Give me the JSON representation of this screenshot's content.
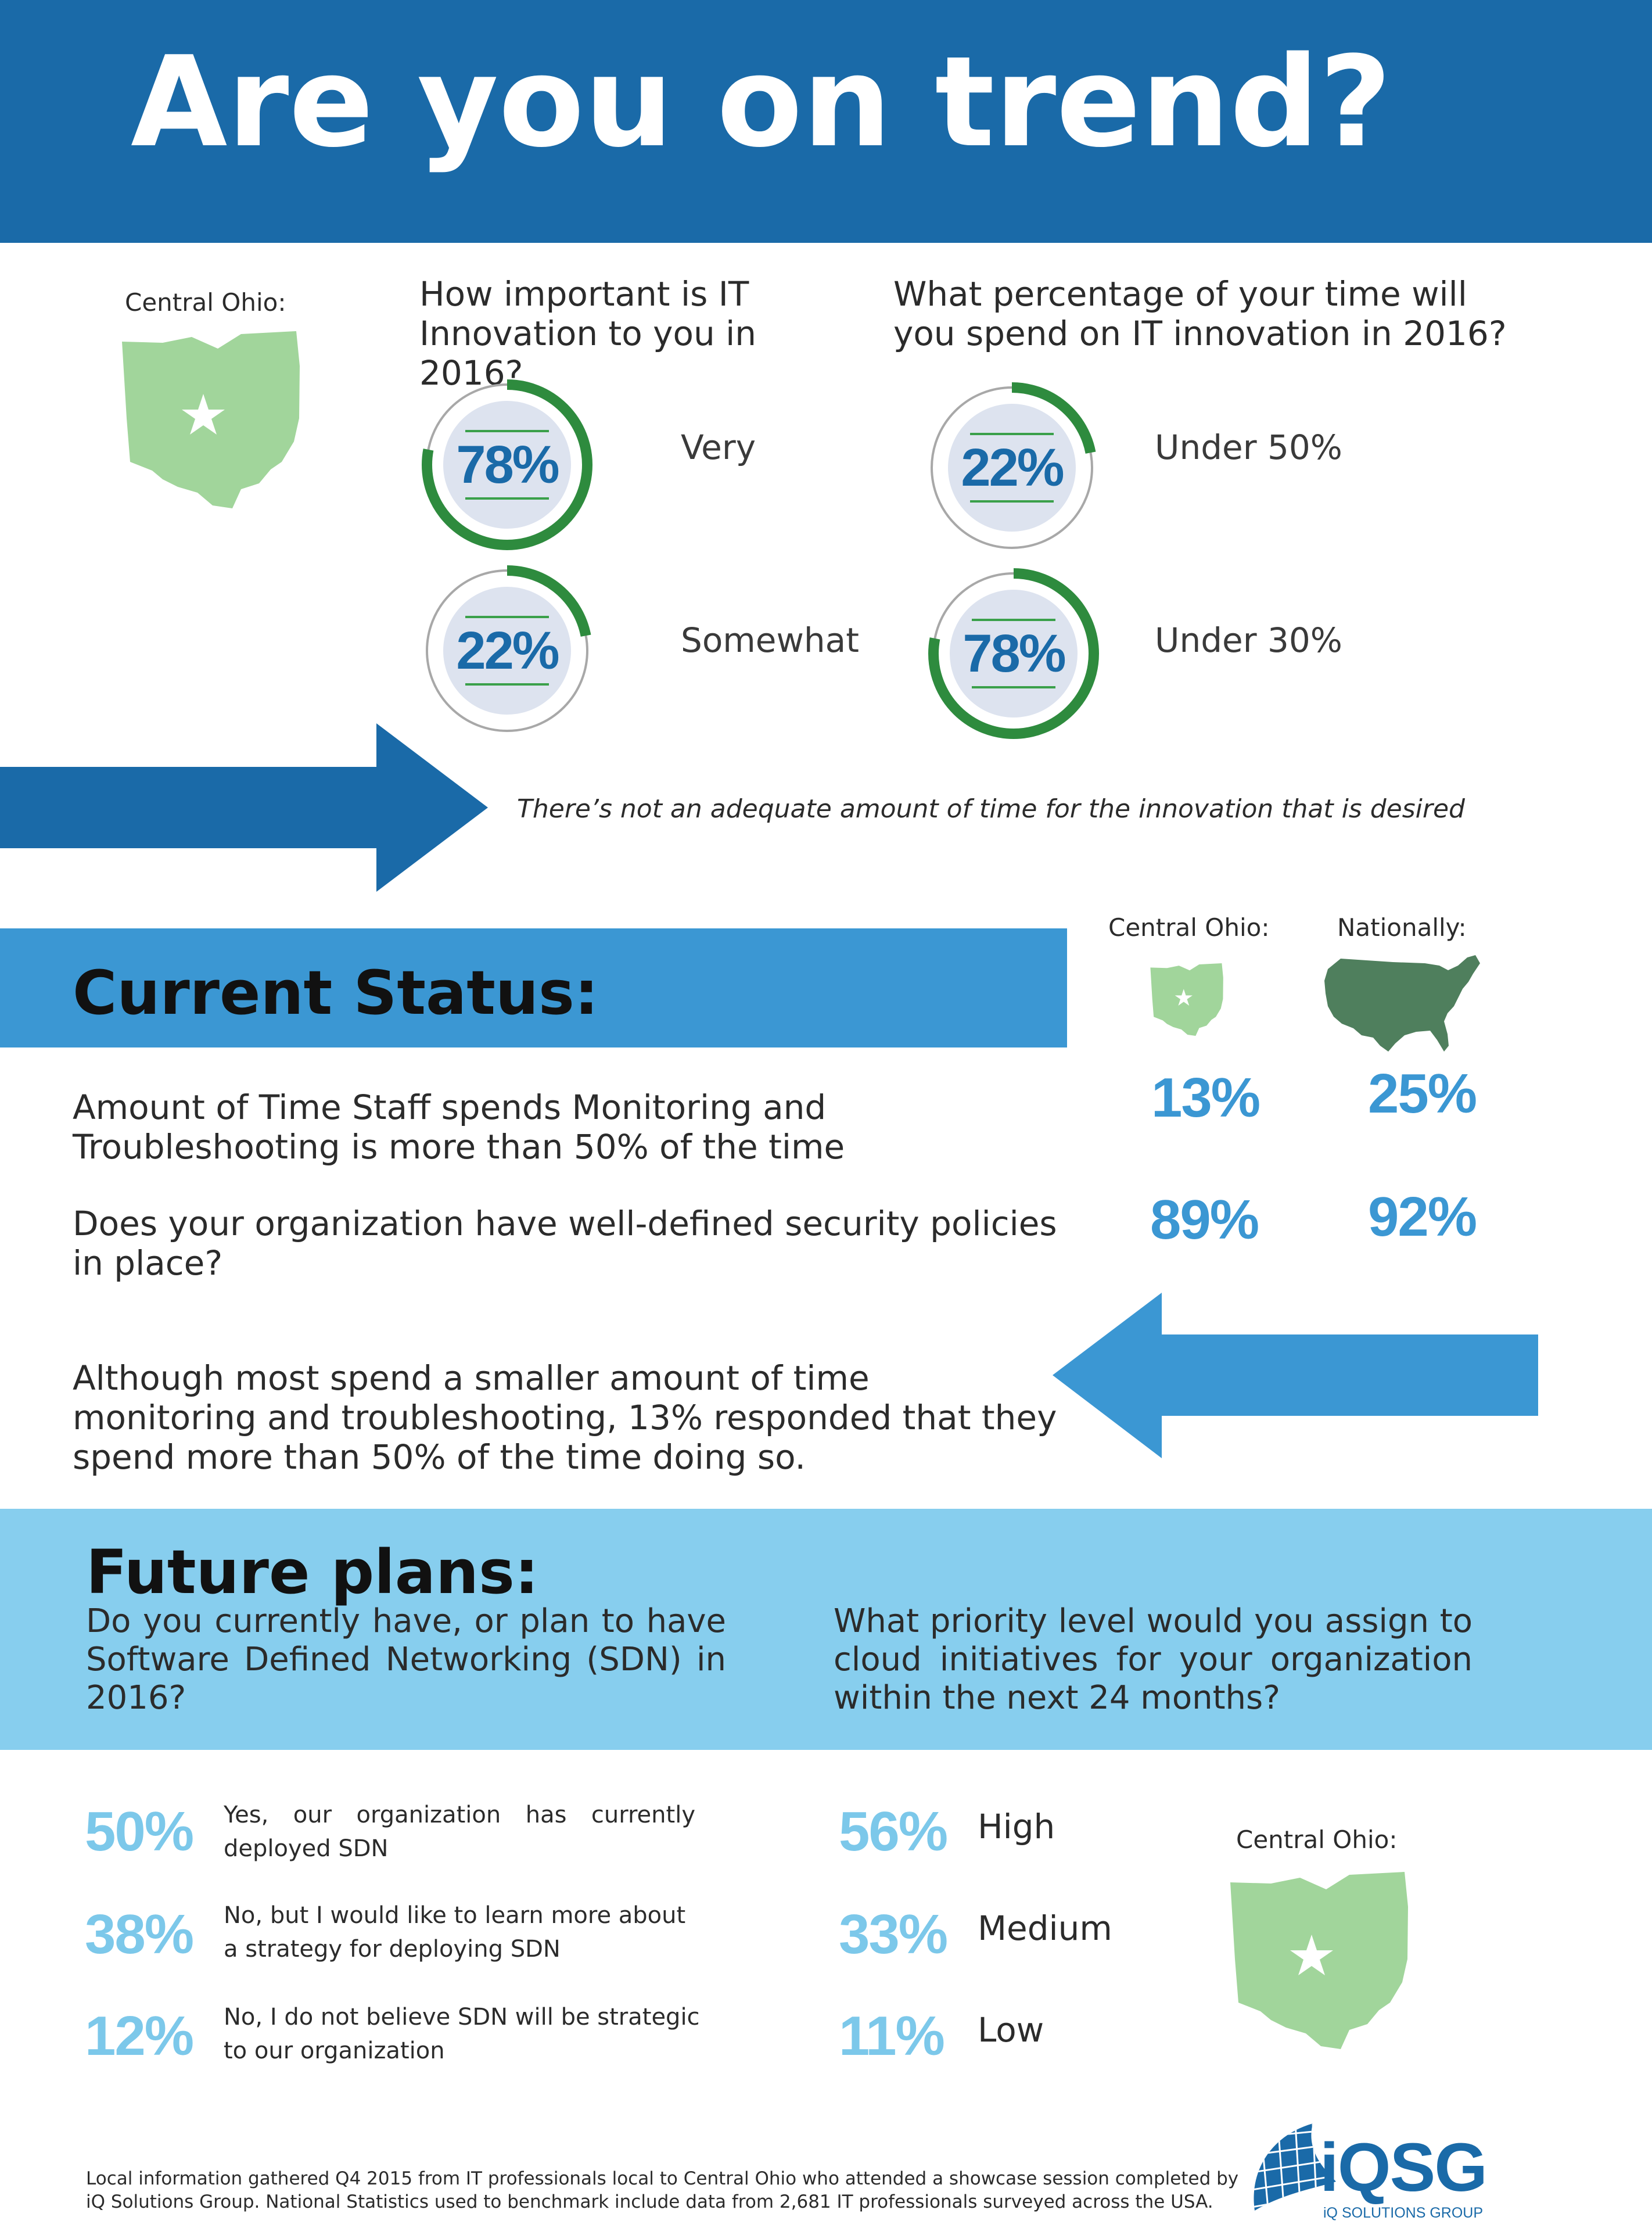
{
  "header": {
    "title": "Are you on trend?"
  },
  "innovation": {
    "region_label": "Central Ohio:",
    "q1": "How important is IT Innovation to you in 2016?",
    "q1_items": [
      {
        "pct": "78%",
        "value": 78,
        "label": "Very"
      },
      {
        "pct": "22%",
        "value": 22,
        "label": "Somewhat"
      }
    ],
    "q2": "What percentage of your time will you spend on IT innovation in 2016?",
    "q2_items": [
      {
        "pct": "22%",
        "value": 22,
        "label": "Under 50%"
      },
      {
        "pct": "78%",
        "value": 78,
        "label": "Under 30%"
      }
    ],
    "note": "There’s not an adequate amount of time for the innovation that is desired"
  },
  "status": {
    "title": "Current Status:",
    "col_local": "Central Ohio:",
    "col_national": "Nationally:",
    "rows": [
      {
        "text": "Amount of Time Staff spends Monitoring and Troubleshooting is more than 50% of the time",
        "local": "13%",
        "national": "25%"
      },
      {
        "text": "Does your organization have well-defined security policies in place?",
        "local": "89%",
        "national": "92%"
      }
    ],
    "note": "Although most spend a smaller amount of time monitoring and troubleshooting, 13% responded that they spend more than 50% of the time doing so."
  },
  "future": {
    "title": "Future plans:",
    "q_sdn": "Do you currently have, or plan to have Software Defined Networking (SDN) in 2016?",
    "q_cloud": "What priority level would you assign to cloud initiatives for your organization within the next 24 months?",
    "sdn_options": [
      {
        "pct": "50%",
        "text": "Yes, our organization has currently deployed SDN"
      },
      {
        "pct": "38%",
        "text": "No, but I would like to learn more about a strategy for deploying SDN"
      },
      {
        "pct": "12%",
        "text": "No, I do not believe SDN will be strategic to our organization"
      }
    ],
    "cloud_options": [
      {
        "pct": "56%",
        "label": "High"
      },
      {
        "pct": "33%",
        "label": "Medium"
      },
      {
        "pct": "11%",
        "label": "Low"
      }
    ],
    "region_label": "Central Ohio:"
  },
  "footer": {
    "text": "Local information gathered Q4 2015 from IT professionals local to Central Ohio who attended a showcase session completed by iQ Solutions Group. National Statistics used to benchmark include data from 2,681 IT professionals surveyed across the USA.",
    "logo_name": "iQSG",
    "logo_sub": "iQ SOLUTIONS GROUP"
  },
  "colors": {
    "banner": "#1a6aa8",
    "status": "#3b97d3",
    "future": "#87ceee",
    "green": "#2e8b3e",
    "ohio": "#a1d59b",
    "usa": "#4f7f5d"
  }
}
